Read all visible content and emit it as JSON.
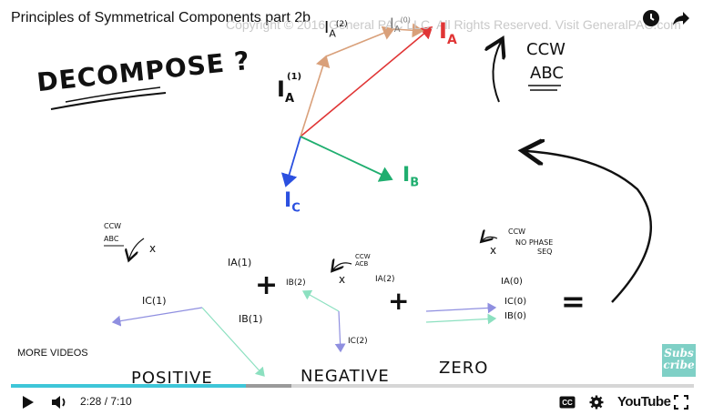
{
  "video": {
    "title": "Principles of Symmetrical Components part 2b",
    "watermark": "Copyright © 2016 General PAC LLC. All Rights Reserved. Visit GeneralPAC.com",
    "more_videos_label": "MORE VIDEOS",
    "subscribe_label_1": "Subs",
    "subscribe_label_2": "cribe",
    "current_time": "2:28",
    "separator": " / ",
    "duration": "7:10",
    "progress": 0.344,
    "buffered": 0.41,
    "brand": "YouTube"
  },
  "whiteboard": {
    "decompose": "DECOMPOSE ?",
    "ccw": "CCW",
    "abc": "ABC",
    "ia1": "I",
    "ia1_sub": "A",
    "ia1_sup": "(1)",
    "ia2": "I",
    "ia2_sub": "A",
    "ia2_sup": "(2)",
    "ia0": "I",
    "ia0_sub": "A",
    "ia0_sup": "(0)",
    "ia": "I",
    "ia_sub": "A",
    "ib": "I",
    "ib_sub": "B",
    "ic": "I",
    "ic_sub": "C",
    "ccw_small": "CCW",
    "abc_small": "ABC",
    "acb_small": "ACB",
    "no_phase": "NO PHASE",
    "seq": "SEQ",
    "x_mark": "x",
    "plus": "+",
    "equals": "=",
    "positive": "POSITIVE",
    "negative": "NEGATIVE",
    "zero": "ZERO",
    "pos_ia": "IA(1)",
    "pos_ib": "IB(1)",
    "pos_ic": "IC(1)",
    "neg_ia": "IA(2)",
    "neg_ib": "IB(2)",
    "neg_ic": "IC(2)",
    "zero_ia": "IA(0)",
    "zero_ib": "IB(0)",
    "zero_ic": "IC(0)"
  },
  "colors": {
    "ia_total": "#e03535",
    "ia_components": "#d9a07a",
    "ib": "#1fae6f",
    "ic": "#2b50e0",
    "positive_vec": "#8f8fe0",
    "zero_vec": "#8ce0c0",
    "progress": "#3ec6d8",
    "subscribe": "#7fd0c6"
  },
  "icons": [
    "clock-icon",
    "share-icon",
    "play-icon",
    "volume-icon",
    "cc-icon",
    "settings-icon",
    "fullscreen-icon"
  ]
}
